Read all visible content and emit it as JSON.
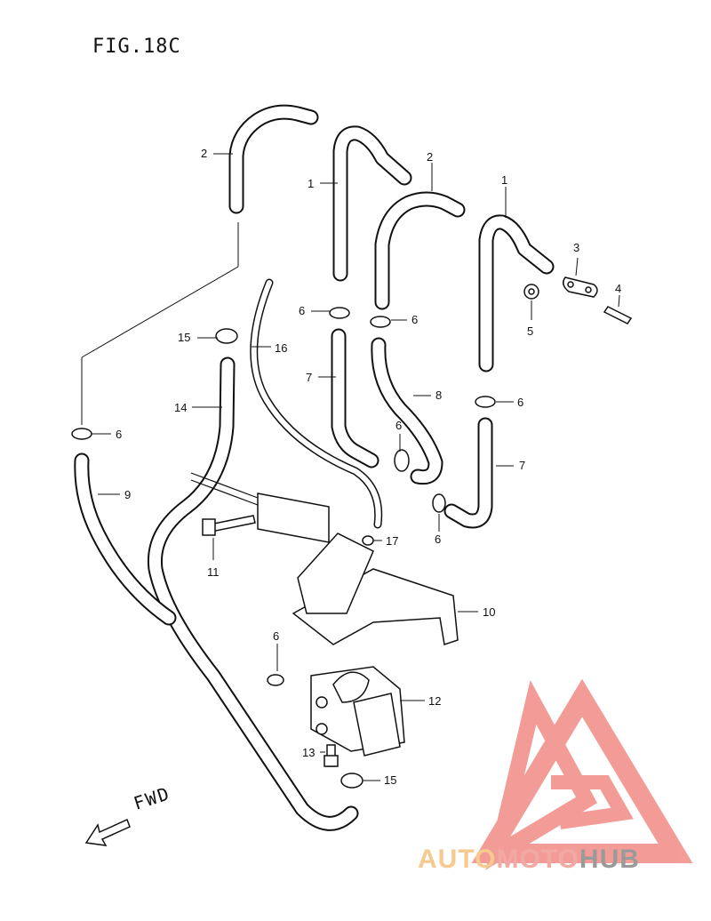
{
  "figure": {
    "title": "FIG.18C"
  },
  "callouts": {
    "c2a": "2",
    "c1a": "1",
    "c2b": "2",
    "c1b": "1",
    "c3": "3",
    "c4": "4",
    "c5": "5",
    "c6a": "6",
    "c6b": "6",
    "c15a": "15",
    "c16": "16",
    "c7a": "7",
    "c8": "8",
    "c6c": "6",
    "c14": "14",
    "c6d": "6",
    "c6e": "6",
    "c7b": "7",
    "c9": "9",
    "c6f": "6",
    "c11": "11",
    "c17": "17",
    "c10": "10",
    "c6g": "6",
    "c12": "12",
    "c13": "13",
    "c15b": "15"
  },
  "direction": {
    "label": "FWD"
  },
  "watermark": {
    "part1": "AUTO",
    "part2": "MOTO",
    "part3": "HUB"
  },
  "colors": {
    "line": "#111111",
    "watermark_red": "#f28b85",
    "watermark_orange": "#f6c98e",
    "watermark_gray": "#9a9a9a"
  }
}
